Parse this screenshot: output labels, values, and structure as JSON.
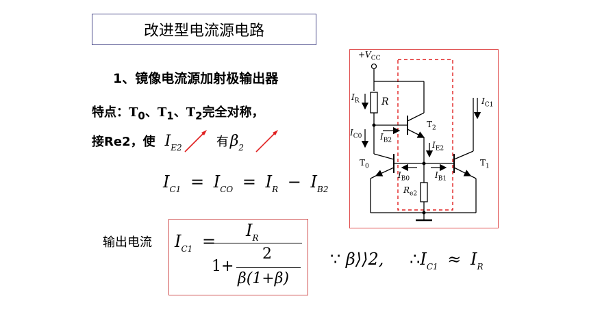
{
  "title": "改进型电流源电路",
  "section": "1、镜像电流源加射极输出器",
  "feature": {
    "prefix": "特点：",
    "t0": "T",
    "t0_sub": "0",
    "sep1": "、",
    "t1": "T",
    "t1_sub": "1",
    "sep2": "、",
    "t2": "T",
    "t2_sub": "2",
    "suffix": "完全对称，"
  },
  "connect": {
    "prefix": "接Re2，使",
    "ie2": "I",
    "ie2_sub": "E2",
    "you": "有",
    "beta": "β",
    "beta_sub": "2"
  },
  "eq1": {
    "ic1": "I",
    "ic1_sub": "C1",
    "eq_a": "=",
    "ico": "I",
    "ico_sub": "CO",
    "eq_b": "=",
    "ir": "I",
    "ir_sub": "R",
    "minus": "−",
    "ib2": "I",
    "ib2_sub": "B2"
  },
  "output_label": "输出电流",
  "formula": {
    "lhs": "I",
    "lhs_sub": "C1",
    "eq": "=",
    "num": "I",
    "num_sub": "R",
    "den_one": "1+",
    "inner_num": "2",
    "inner_den": "β(1+β)"
  },
  "because": {
    "since": "∵",
    "cond": "β⟩⟩2,",
    "therefore": "∴",
    "ic1": "I",
    "ic1_sub": "C1",
    "approx": "≈",
    "ir": "I",
    "ir_sub": "R"
  },
  "circuit": {
    "vcc": "+V",
    "vcc_sub": "CC",
    "ir": "I",
    "ir_sub": "R",
    "r": "R",
    "t2": "T",
    "t2_sub": "2",
    "ic0": "I",
    "ic0_sub": "C0",
    "ib2": "I",
    "ib2_sub": "B2",
    "ie2": "I",
    "ie2_sub": "E2",
    "ic1": "I",
    "ic1_sub": "C1",
    "t0": "T",
    "t0_sub": "0",
    "t1": "T",
    "t1_sub": "1",
    "ib0": "I",
    "ib0_sub": "B0",
    "ib1": "I",
    "ib1_sub": "B1",
    "re2": "R",
    "re2_sub": "e2"
  },
  "colors": {
    "accent_red": "#e02020",
    "box_border": "#4a4a8a",
    "circuit_border": "#e05050"
  }
}
